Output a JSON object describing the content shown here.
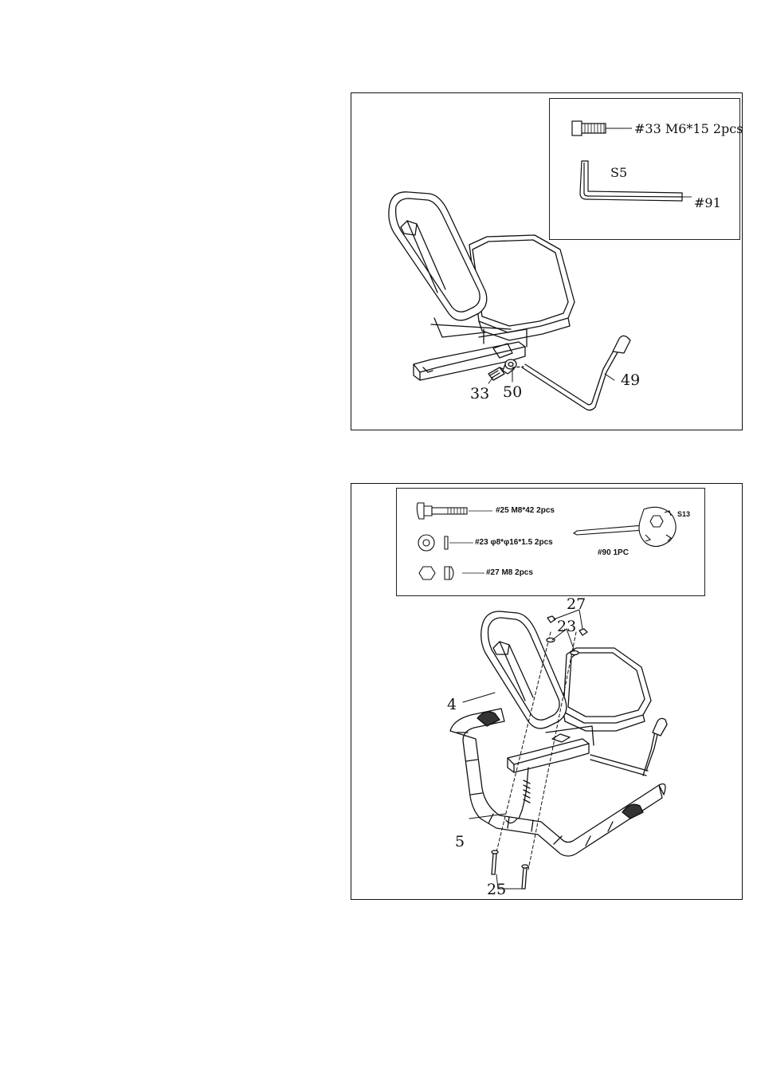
{
  "step1": {
    "parts": {
      "bolt_33": "#33 M6*15 2pcs",
      "wrench_size": "S5",
      "wrench_91": "#91"
    },
    "callouts": {
      "c33": "33",
      "c50": "50",
      "c49": "49"
    }
  },
  "step2": {
    "parts": {
      "bolt_25": "#25 M8*42 2pcs",
      "washer_23": "#23 φ8*φ16*1.5 2pcs",
      "tool_90": "#90 1PC",
      "tool_size": "S13",
      "nut_27": "#27 M8 2pcs"
    },
    "callouts": {
      "c27": "27",
      "c23": "23",
      "c4": "4",
      "c5": "5",
      "c25": "25"
    }
  }
}
